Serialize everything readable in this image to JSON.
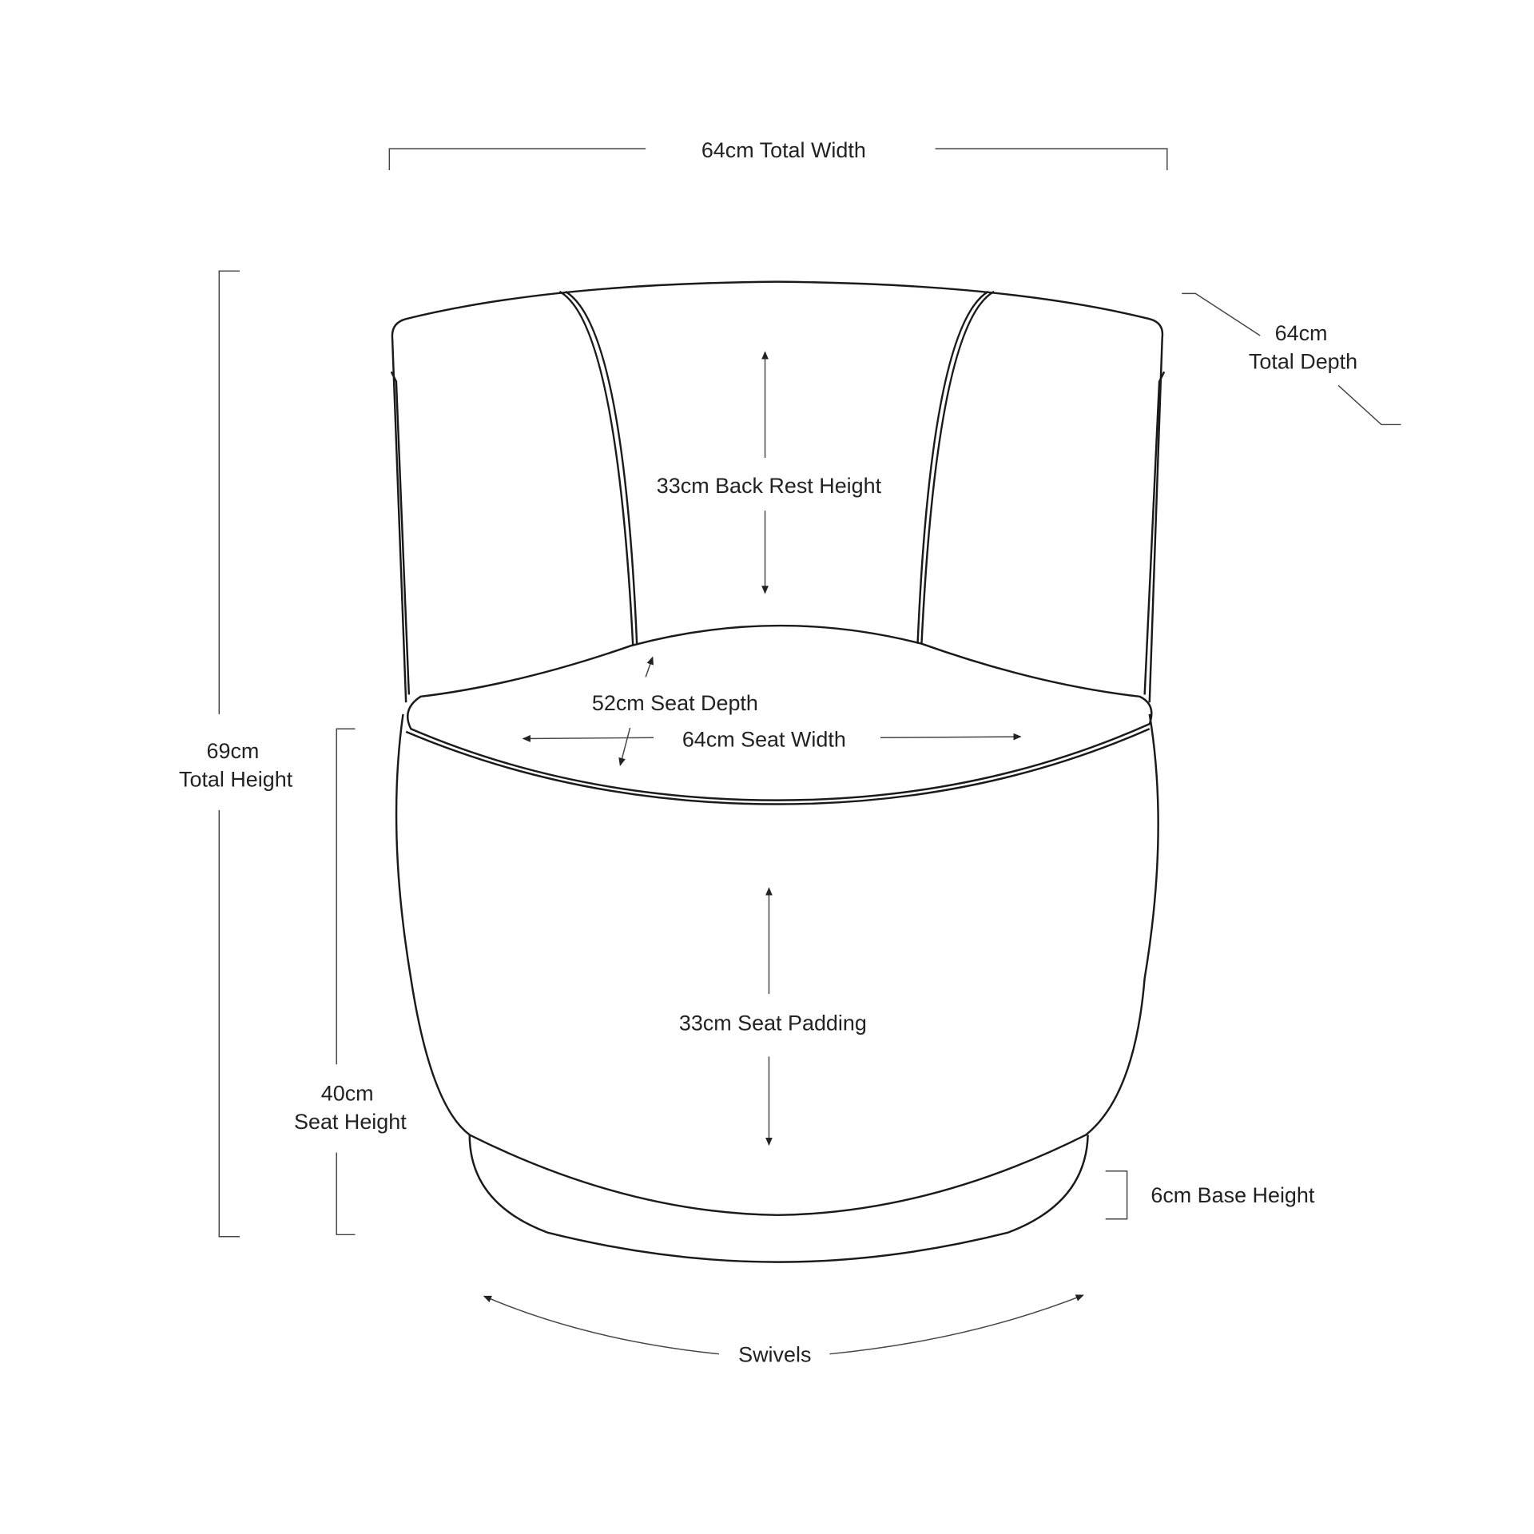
{
  "labels": {
    "total_width": "64cm Total Width",
    "total_depth_1": "64cm",
    "total_depth_2": "Total Depth",
    "back_rest_height": "33cm Back Rest Height",
    "seat_depth": "52cm Seat Depth",
    "seat_width": "64cm Seat Width",
    "total_height_1": "69cm",
    "total_height_2": "Total Height",
    "seat_height_1": "40cm",
    "seat_height_2": "Seat Height",
    "seat_padding": "33cm Seat Padding",
    "base_height": "6cm Base Height",
    "swivels": "Swivels"
  }
}
